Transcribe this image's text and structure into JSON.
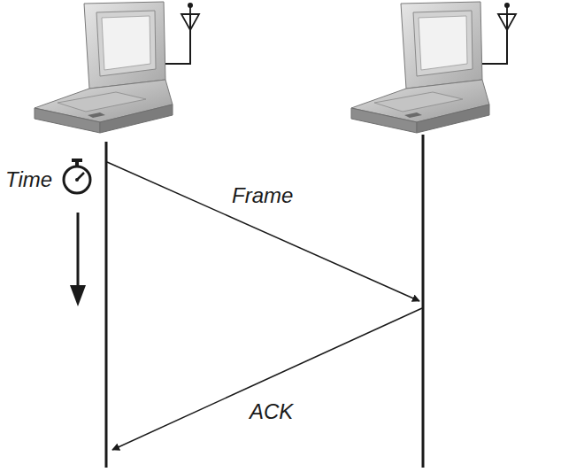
{
  "diagram": {
    "labels": [
      "Time",
      "Frame",
      "ACK"
    ]
  }
}
